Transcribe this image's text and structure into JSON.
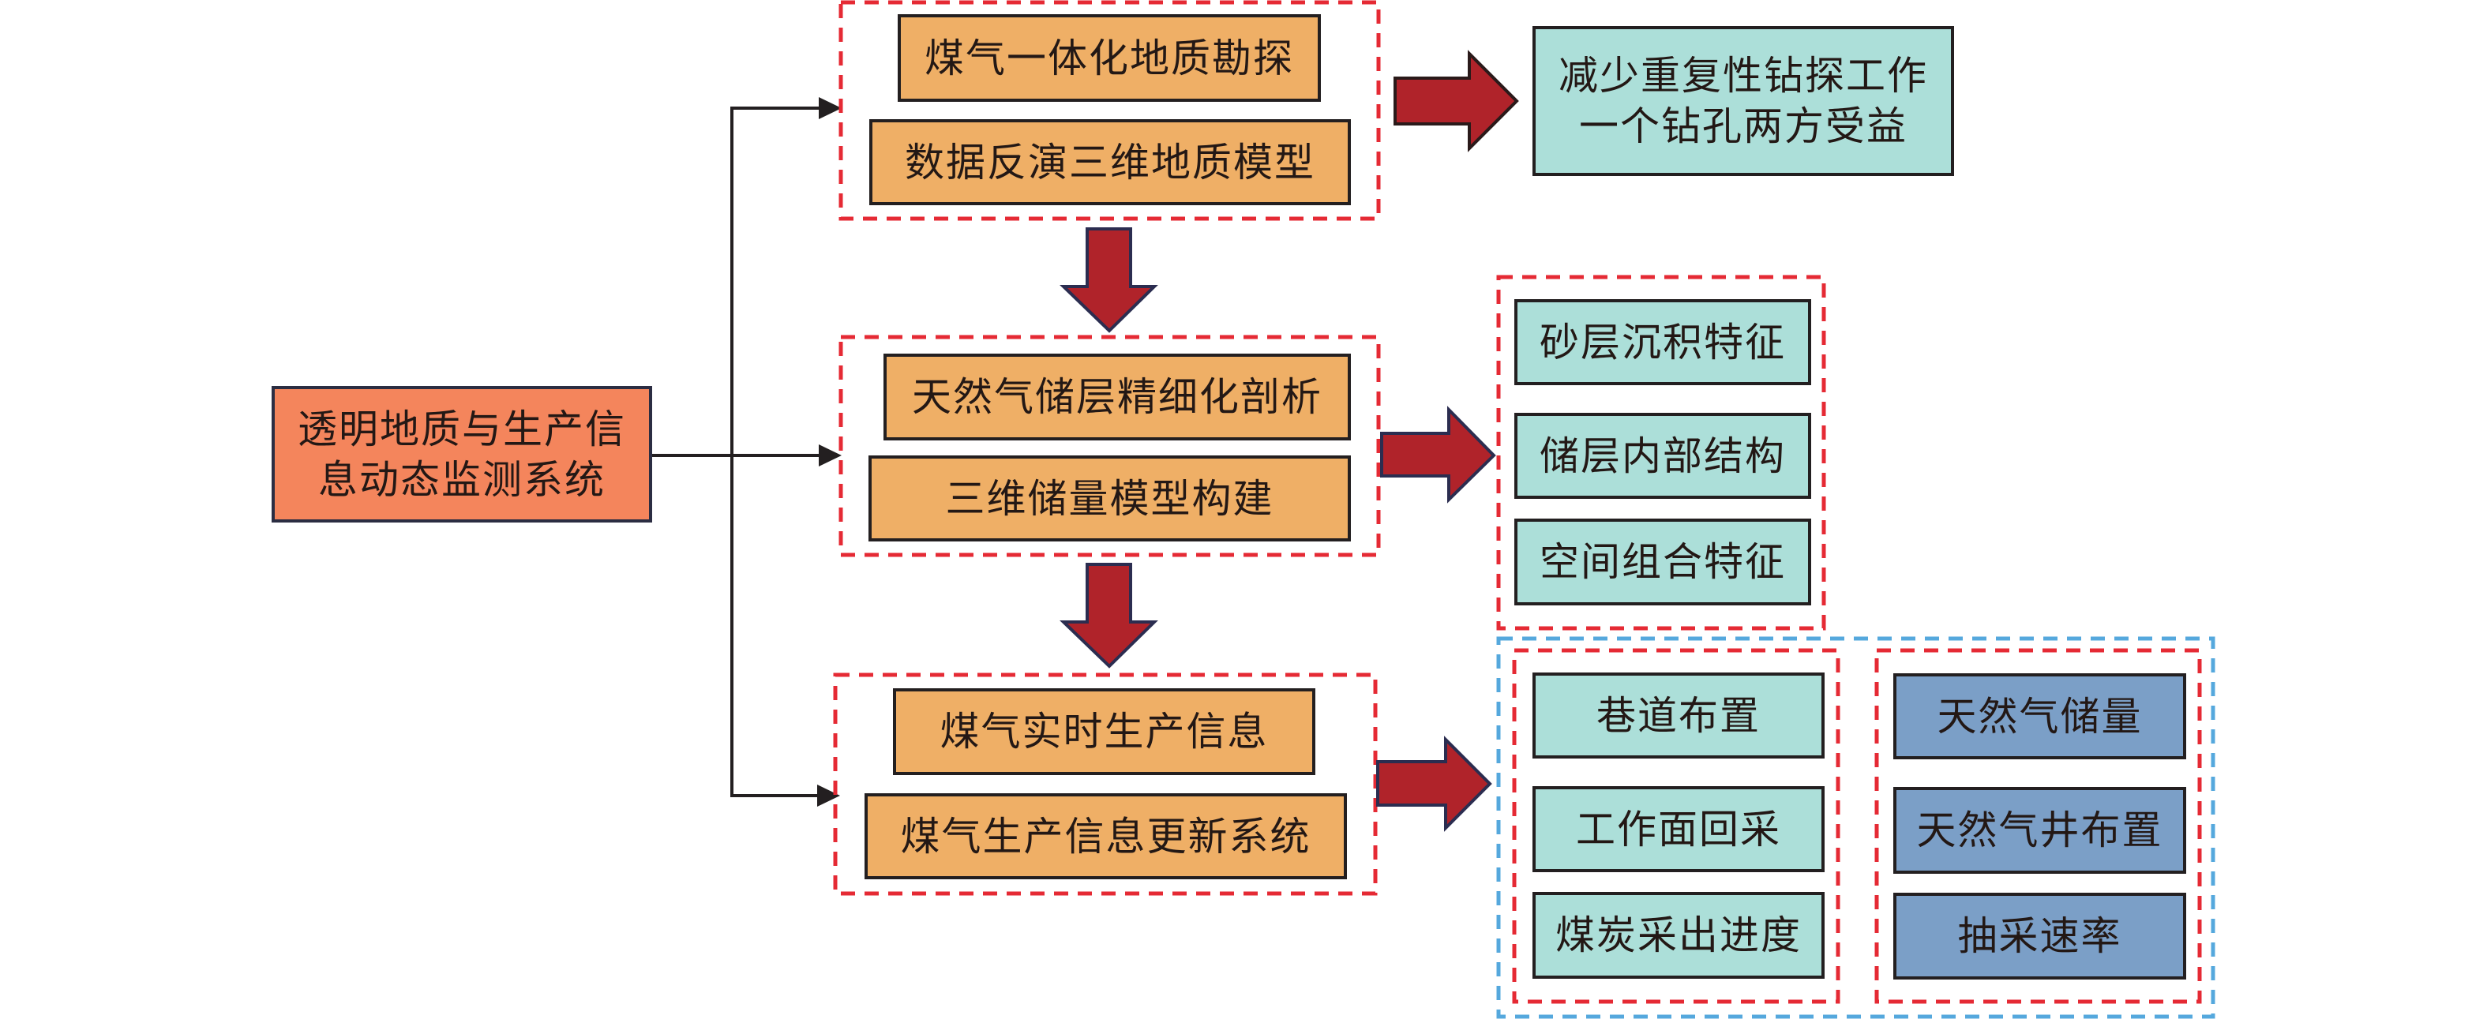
{
  "diagram": {
    "root": {
      "label": "透明地质与生产信\n息动态监测系统"
    },
    "stages": [
      {
        "id": "stage-1",
        "items": [
          "煤气一体化地质勘探",
          "数据反演三维地质模型"
        ],
        "outcome": {
          "label": "减少重复性钻探工作\n一个钻孔两方受益"
        }
      },
      {
        "id": "stage-2",
        "items": [
          "天然气储层精细化剖析",
          "三维储量模型构建"
        ],
        "outcome": {
          "items": [
            "砂层沉积特征",
            "储层内部结构",
            "空间组合特征"
          ]
        }
      },
      {
        "id": "stage-3",
        "items": [
          "煤气实时生产信息",
          "煤气生产信息更新系统"
        ],
        "outcome": {
          "coal_group": [
            "巷道布置",
            "工作面回采",
            "煤炭采出进度"
          ],
          "gas_group": [
            "天然气储量",
            "天然气井布置",
            "抽采速率"
          ]
        }
      }
    ]
  },
  "colors": {
    "root_fill": "#f4855c",
    "stage_item_fill": "#efaf66",
    "outcome_fill": "#acdfd9",
    "gas_fill": "#7b9fc7",
    "flow_arrow_fill": "#b0232a",
    "group_dash_red": "#e52a34",
    "group_dash_blue": "#55a8dd",
    "connector": "#231f20"
  }
}
